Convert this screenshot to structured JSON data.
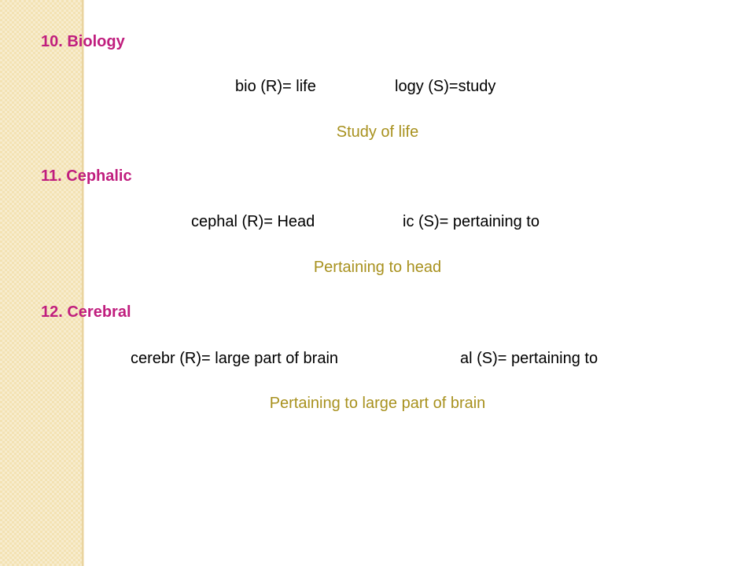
{
  "colors": {
    "heading": "#c01e7e",
    "meaning": "#a8911e",
    "side_band": "#f3e2b3"
  },
  "entries": [
    {
      "heading": "10. Biology",
      "root": "bio (R)= life",
      "suffix": "logy (S)=study",
      "meaning": "Study of life"
    },
    {
      "heading": "11. Cephalic",
      "root": "cephal (R)= Head",
      "suffix": "ic (S)= pertaining to",
      "meaning": "Pertaining to head"
    },
    {
      "heading": "12. Cerebral",
      "root": "cerebr (R)= large part of brain",
      "suffix": "al (S)= pertaining to",
      "meaning": "Pertaining to large part of brain"
    }
  ]
}
